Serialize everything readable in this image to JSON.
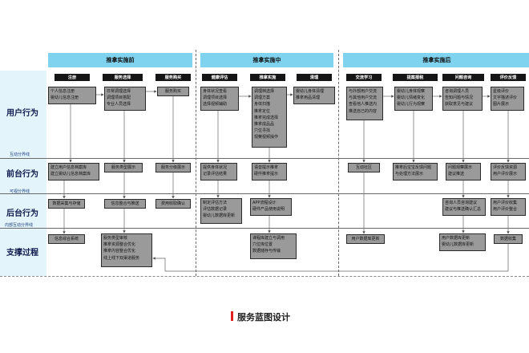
{
  "phases": {
    "before": "推拿实施前",
    "during": "推拿实施中",
    "after": "推拿实施后"
  },
  "lanes": {
    "user": "用户行为",
    "front": "前台行为",
    "back": "后台行为",
    "support": "支撑过程"
  },
  "separators": {
    "interaction": "互动分界线",
    "visible": "可视分界线",
    "internal": "内部互动分界线"
  },
  "columns": {
    "register": "注册",
    "service_select": "服务选择",
    "service_buy": "服务购买",
    "health_eval": "健康评估",
    "massage": "推拿实施",
    "clean": "清理",
    "exchange": "交流学习",
    "demand_feedback": "提案报税",
    "problem_consult": "问题咨询",
    "review": "评价反馈"
  },
  "user_boxes": {
    "register": [
      "个人信息注册",
      "婴幼儿信息注册"
    ],
    "service_select": [
      "日常调理选择",
      "调理项目搭配",
      "专业人员选择"
    ],
    "service_buy": [
      "服务购买"
    ],
    "health_eval": [
      "身体状况查看",
      "调理项目选择",
      "选择视频辅助"
    ],
    "massage": [
      "调理档选择",
      "调理方案",
      "身体扫描",
      "推拿定位",
      "推拿完成选择",
      "推拿成品品",
      "穴位寻找",
      "观察视频操作"
    ],
    "clean": [
      "婴幼儿身体清理",
      "推拿用品清理"
    ],
    "exchange": [
      "与外部用户交流",
      "与其他用户交流",
      "查看他人推送内",
      "推送自己的内容"
    ],
    "demand_feedback": [
      "婴幼儿身体观察",
      "婴幼儿情绪变化",
      "婴幼儿行为观察"
    ],
    "problem_consult": [
      "咨询调理人员",
      "告知问题与情况",
      "获取意见与建议"
    ],
    "review": [
      "星级评价",
      "文字描述评价",
      "图片展示"
    ]
  },
  "front_boxes": {
    "register": [
      "建立用户信息档案库",
      "建立婴幼儿信息档案库"
    ],
    "service_select": [
      "服务类型展示"
    ],
    "service_buy": [
      "服务分级展示"
    ],
    "health_eval": [
      "提供身体状况",
      "记录评估结果"
    ],
    "massage": [
      "语音提示推拿",
      "硬件推拿提示"
    ],
    "exchange": [
      "互动社区"
    ],
    "demand_feedback": [
      "推拿后宝宝反馈问题",
      "与处理方法展示"
    ],
    "problem_consult": [
      "问题观察展示",
      "建议推送"
    ],
    "review": [
      "评价反馈资源",
      "用户评价展示"
    ]
  },
  "back_boxes": {
    "register": [
      "数据采集与存储"
    ],
    "service_select": [
      "信息整合与推送"
    ],
    "service_buy": [
      "费用收取确认"
    ],
    "health_eval": [
      "制定评估方法",
      "评估数据记录",
      "婴幼儿数据库更新"
    ],
    "massage": [
      "APP流程设计",
      "硬件产品使用说明"
    ],
    "problem_consult": [
      "咨询人员咨询建议",
      "建议与推送确认汇总"
    ],
    "review": [
      "用户评价收集",
      "用户评价整合"
    ]
  },
  "support_boxes": {
    "register": [
      "信息综合系统"
    ],
    "service_select": [
      "服务类型审核",
      "推拿资源整合优化",
      "推拿内容整合优化",
      "线上线下双渠道服务"
    ],
    "massage": [
      "课程库建立与调用",
      "穴位库位置",
      "数据储存与传输"
    ],
    "exchange": [
      "用户数据库更新"
    ],
    "problem_consult": [
      "用户数据库更新",
      "婴幼儿数据库更新"
    ],
    "review": [
      "数据收集"
    ]
  },
  "caption": "服务蓝图设计"
}
